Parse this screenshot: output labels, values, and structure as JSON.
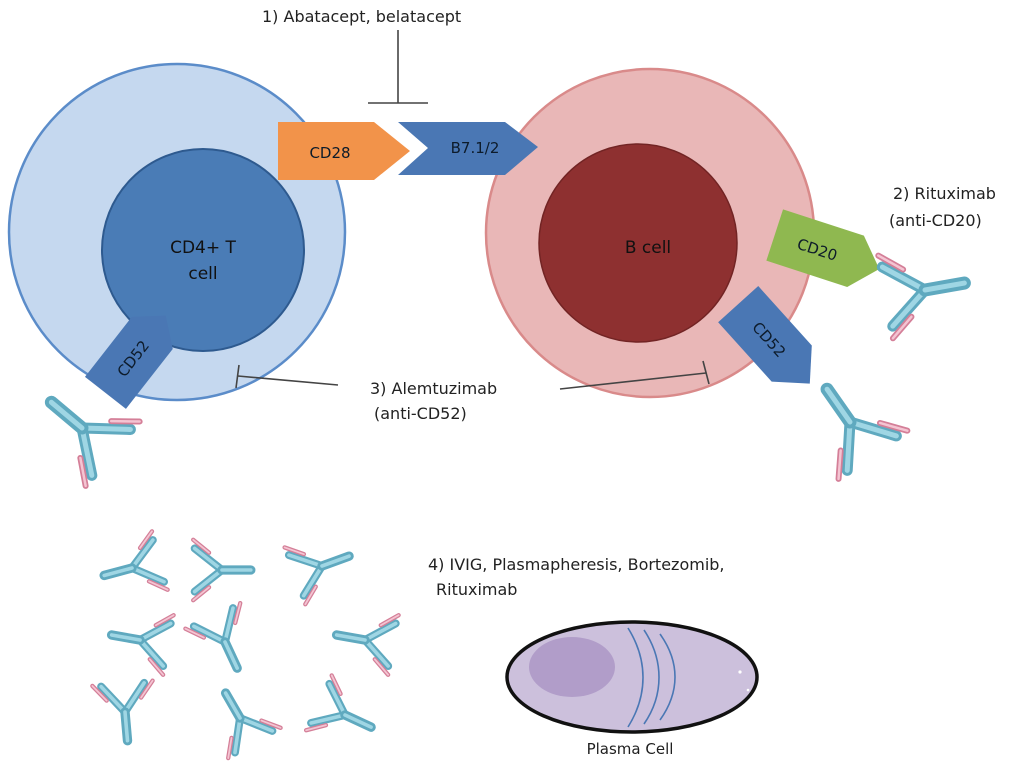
{
  "labels": {
    "step1": "1)   Abatacept, belatacept",
    "step2_line1": "2) Rituximab",
    "step2_line2": "(anti-CD20)",
    "step3_line1": "3) Alemtuzimab",
    "step3_line2": "(anti-CD52)",
    "step4_line1": "4) IVIG, Plasmapheresis, Bortezomib,",
    "step4_line2": "Rituximab",
    "tcell_line1": "CD4+ T",
    "tcell_line2": "cell",
    "bcell": "B cell",
    "plasma_cell": "Plasma Cell"
  },
  "receptors": {
    "cd28": "CD28",
    "b7": "B7.1/2",
    "cd20": "CD20",
    "cd52_t": "CD52",
    "cd52_b": "CD52"
  },
  "colors": {
    "tcell_outer": "#c5d8ef",
    "tcell_outer_stroke": "#5b8cc9",
    "tcell_nucleus": "#4a7cb6",
    "bcell_outer": "#e9b7b7",
    "bcell_outer_stroke": "#d98a8a",
    "bcell_nucleus": "#8e3030",
    "cd28": "#f2934a",
    "b7": "#4a77b4",
    "cd20": "#8fb850",
    "cd52": "#4a77b4",
    "antibody_heavy": "#7cc3d6",
    "antibody_light": "#e7a3b6",
    "plasma_fill": "#ccc0dc",
    "plasma_nucleus": "#b19dc9",
    "plasma_er": "#4a77b4"
  },
  "icons": {
    "antibody": "antibody-icon",
    "inhibition": "inhibition-bar-icon"
  }
}
